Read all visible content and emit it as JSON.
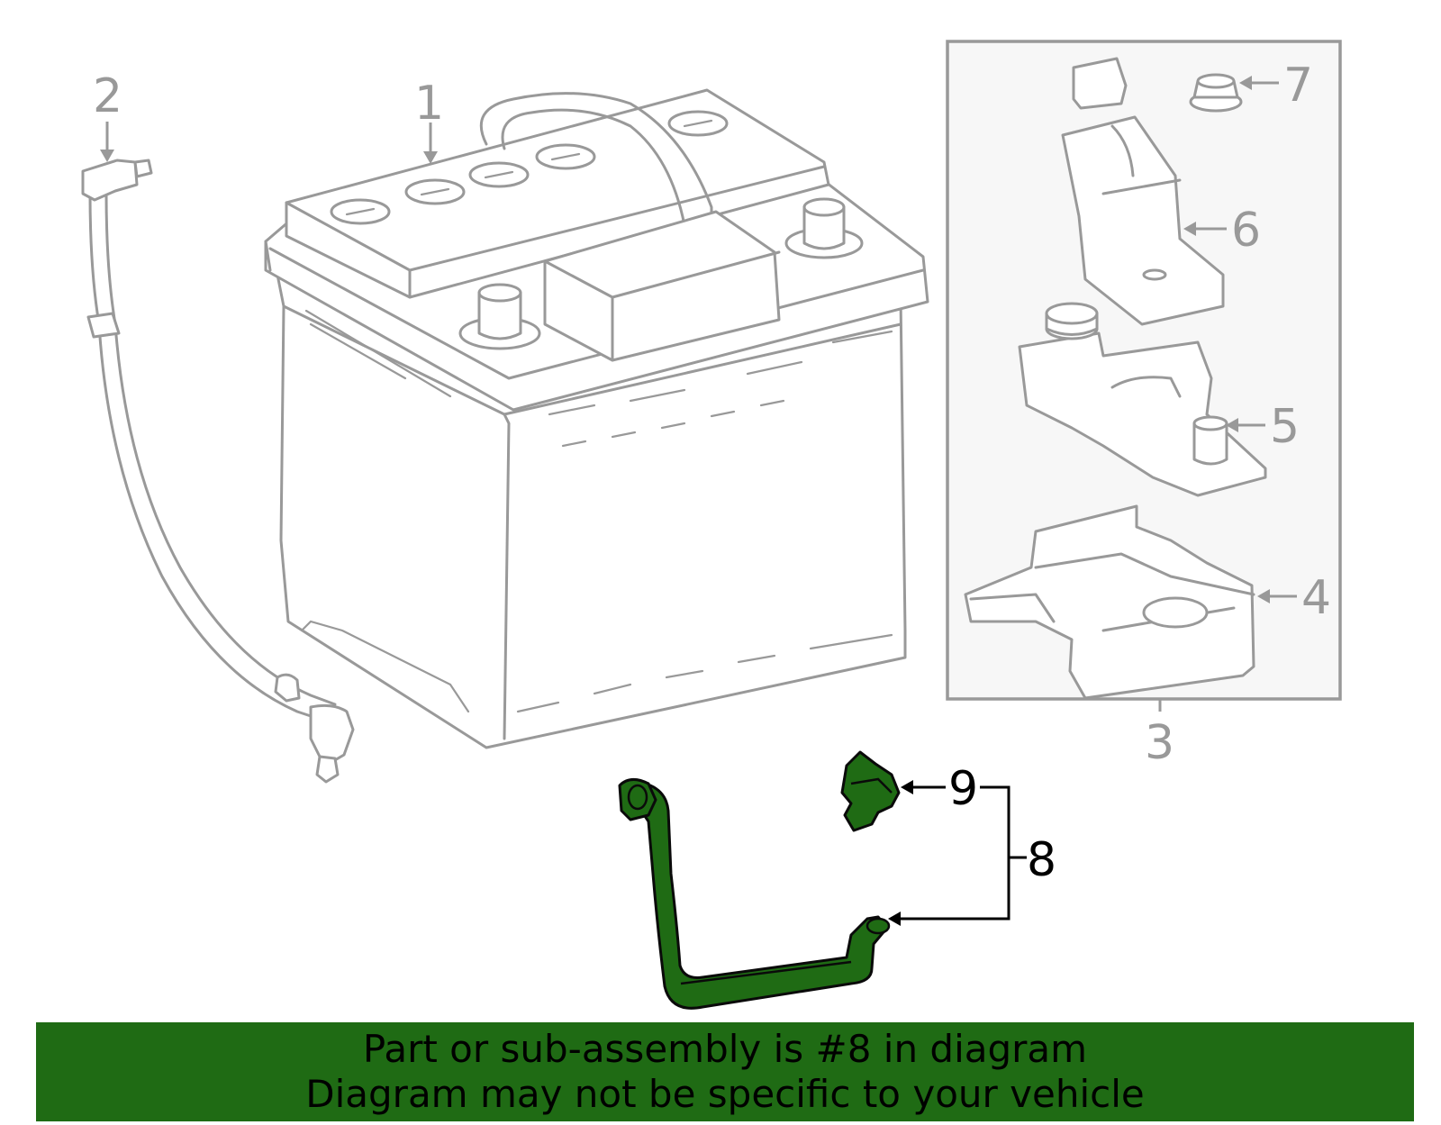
{
  "callouts": {
    "c1": "1",
    "c2": "2",
    "c3": "3",
    "c4": "4",
    "c5": "5",
    "c6": "6",
    "c7": "7",
    "c8": "8",
    "c9": "9"
  },
  "highlighted_part": "8",
  "colors": {
    "highlight": "#1f6b14",
    "line_art": "#999999",
    "inset_background": "#f7f7f7"
  },
  "banner": {
    "line1": "Part or sub-assembly is #8 in diagram",
    "line2": "Diagram may not be specific to your vehicle"
  }
}
